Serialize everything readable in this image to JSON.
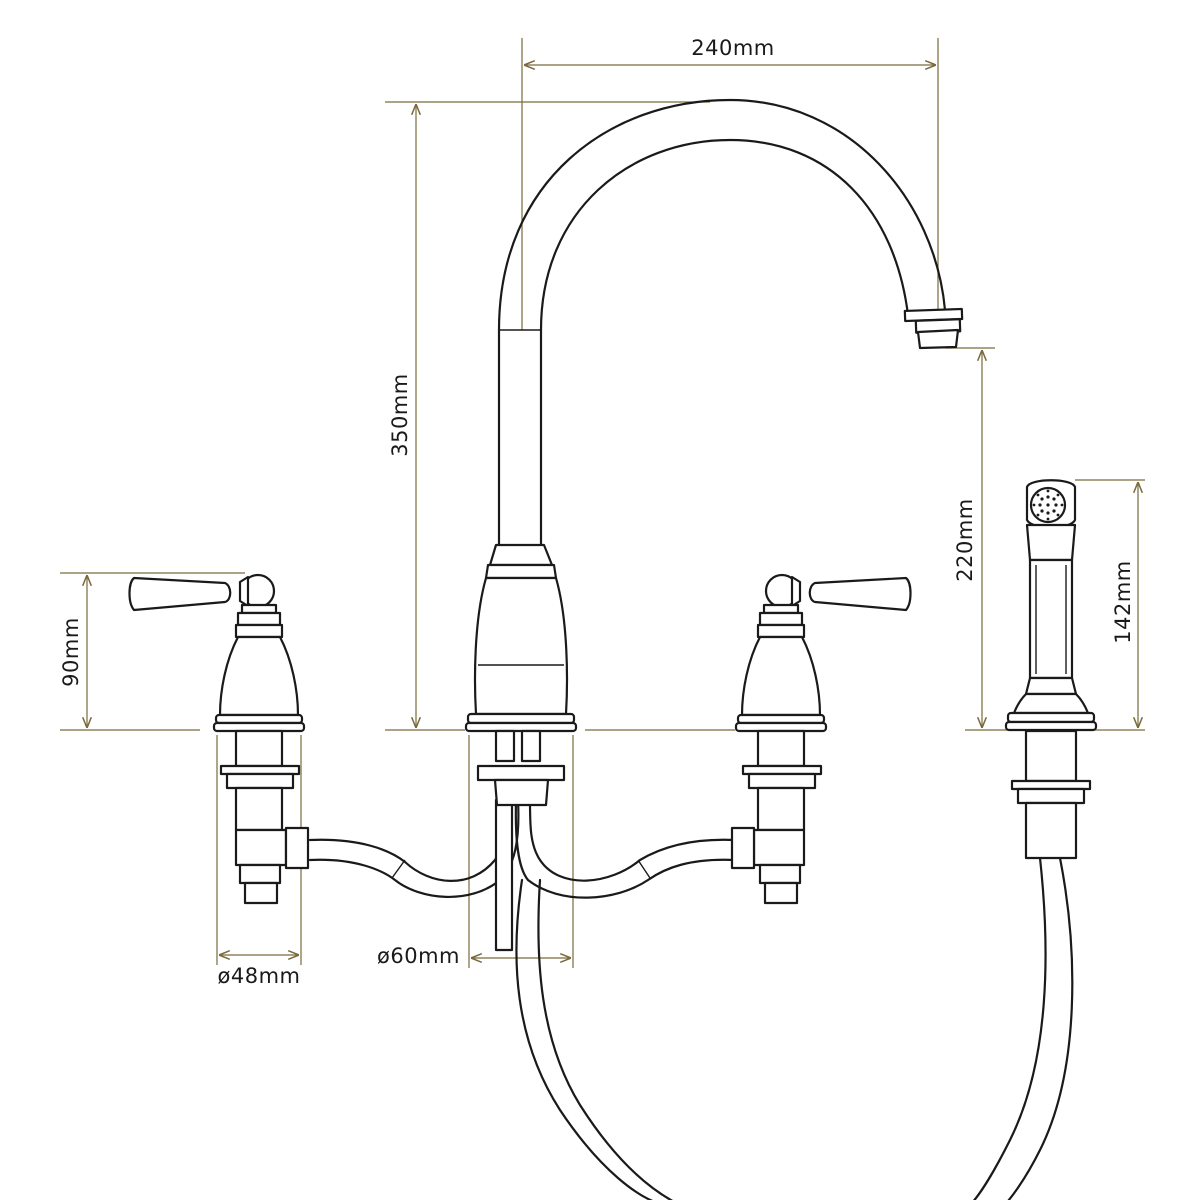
{
  "dimensions": {
    "spout_reach": "240mm",
    "overall_height": "350mm",
    "spout_clearance": "220mm",
    "handle_height": "90mm",
    "spray_height": "142mm",
    "base_diameter": "ø60mm",
    "valve_diameter": "ø48mm"
  },
  "colors": {
    "line": "#1a1a1a",
    "dimension_line": "#7a6a3c",
    "background": "#ffffff"
  }
}
